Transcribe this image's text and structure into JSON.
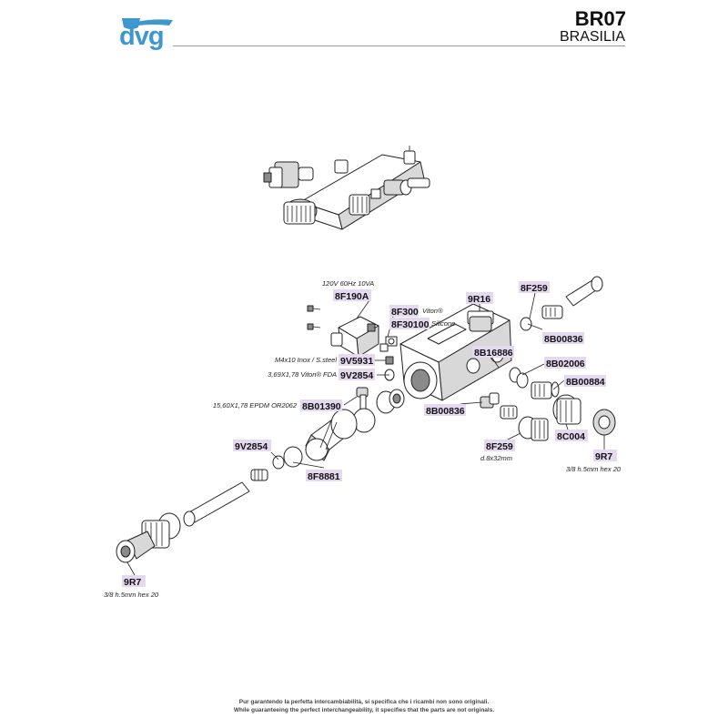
{
  "header": {
    "brand": "dvg",
    "code": "BR07",
    "model": "BRASILIA"
  },
  "footer": {
    "line1": "Pur garantendo la perfetta intercambiabilità, si specifica che i ricambi non sono originali.",
    "line2": "While guaranteeing the perfect interchangeability, it specifies that the parts are not originals."
  },
  "parts": {
    "p_8F190A": "8F190A",
    "p_8F300": "8F300",
    "p_8F30100": "8F30100",
    "p_9R16": "9R16",
    "p_8F259_top": "8F259",
    "p_8B00836_right": "8B00836",
    "p_8B16886": "8B16886",
    "p_8B02006": "8B02006",
    "p_8B00884": "8B00884",
    "p_9V5931": "9V5931",
    "p_9V2854_mid": "9V2854",
    "p_8B01390": "8B01390",
    "p_8B00836_low": "8B00836",
    "p_8C004": "8C004",
    "p_8F259_low": "8F259",
    "p_9R7_right": "9R7",
    "p_9V2854_left": "9V2854",
    "p_8F8881": "8F8881",
    "p_9R7_left": "9R7"
  },
  "notes": {
    "coil_spec": "120V 60Hz 10VA",
    "viton": "Viton®",
    "silicone": "Silicone",
    "screw_spec": "M4x10 Inox / S.steel",
    "oring_spec": "3,69X1,78 Viton® FDA",
    "oring_big_spec": "15,60X1,78 EPDM OR2062",
    "pipe_dims": "d.8x32mm",
    "nut_right": "3/8 h.5mm hex 20",
    "nut_left": "3/8 h.5mm hex 20"
  }
}
